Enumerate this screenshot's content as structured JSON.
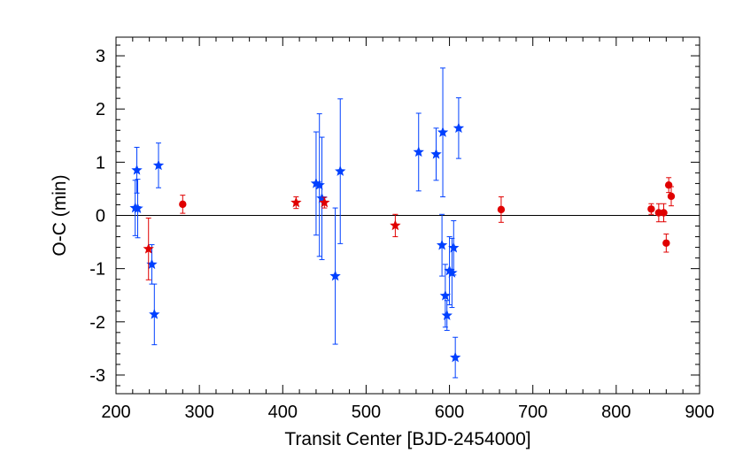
{
  "chart_data": {
    "type": "scatter",
    "xlabel": "Transit Center [BJD-2454000]",
    "ylabel": "O-C (min)",
    "xlim": [
      200,
      900
    ],
    "ylim": [
      -3.35,
      3.35
    ],
    "xticks": [
      200,
      300,
      400,
      500,
      600,
      700,
      800,
      900
    ],
    "yticks": [
      -3,
      -2,
      -1,
      0,
      1,
      2,
      3
    ],
    "xtick_labels": [
      "200",
      "300",
      "400",
      "500",
      "600",
      "700",
      "800",
      "900"
    ],
    "ytick_labels": [
      "-3",
      "-2",
      "-1",
      "0",
      "1",
      "2",
      "3"
    ],
    "zero_line": 0,
    "grid": false,
    "series": [
      {
        "marker": "star",
        "color": "#0040ff",
        "points": [
          {
            "x": 223,
            "y": 0.14,
            "err": 0.52
          },
          {
            "x": 225,
            "y": 0.85,
            "err": 0.43
          },
          {
            "x": 226,
            "y": 0.13,
            "err": 0.55
          },
          {
            "x": 243,
            "y": -0.92,
            "err": 0.37
          },
          {
            "x": 246,
            "y": -1.86,
            "err": 0.57
          },
          {
            "x": 251,
            "y": 0.94,
            "err": 0.42
          },
          {
            "x": 440,
            "y": 0.6,
            "err": 0.97
          },
          {
            "x": 444,
            "y": 0.57,
            "err": 1.34
          },
          {
            "x": 447,
            "y": 0.32,
            "err": 1.15
          },
          {
            "x": 463,
            "y": -1.14,
            "err": 1.28
          },
          {
            "x": 469,
            "y": 0.83,
            "err": 1.36
          },
          {
            "x": 563,
            "y": 1.19,
            "err": 0.73
          },
          {
            "x": 584,
            "y": 1.15,
            "err": 0.49
          },
          {
            "x": 591,
            "y": -0.56,
            "err": 0.58
          },
          {
            "x": 592,
            "y": 1.56,
            "err": 1.21
          },
          {
            "x": 595,
            "y": -1.51,
            "err": 0.59
          },
          {
            "x": 597,
            "y": -1.88,
            "err": 0.28
          },
          {
            "x": 600,
            "y": -1.04,
            "err": 0.64
          },
          {
            "x": 603,
            "y": -1.08,
            "err": 0.65
          },
          {
            "x": 605,
            "y": -0.61,
            "err": 0.51
          },
          {
            "x": 607,
            "y": -2.67,
            "err": 0.38
          },
          {
            "x": 611,
            "y": 1.64,
            "err": 0.57
          }
        ]
      },
      {
        "marker": "star",
        "color": "#e00000",
        "points": [
          {
            "x": 239,
            "y": -0.63,
            "err": 0.58
          },
          {
            "x": 416,
            "y": 0.24,
            "err": 0.11
          },
          {
            "x": 450,
            "y": 0.24,
            "err": 0.1
          },
          {
            "x": 535,
            "y": -0.19,
            "err": 0.21
          }
        ]
      },
      {
        "marker": "circle",
        "color": "#e00000",
        "points": [
          {
            "x": 280,
            "y": 0.21,
            "err": 0.17
          },
          {
            "x": 662,
            "y": 0.11,
            "err": 0.24
          },
          {
            "x": 842,
            "y": 0.12,
            "err": 0.1
          },
          {
            "x": 851,
            "y": 0.05,
            "err": 0.17
          },
          {
            "x": 857,
            "y": 0.05,
            "err": 0.17
          },
          {
            "x": 860,
            "y": -0.52,
            "err": 0.17
          },
          {
            "x": 863,
            "y": 0.57,
            "err": 0.14
          },
          {
            "x": 866,
            "y": 0.36,
            "err": 0.18
          }
        ]
      }
    ]
  }
}
